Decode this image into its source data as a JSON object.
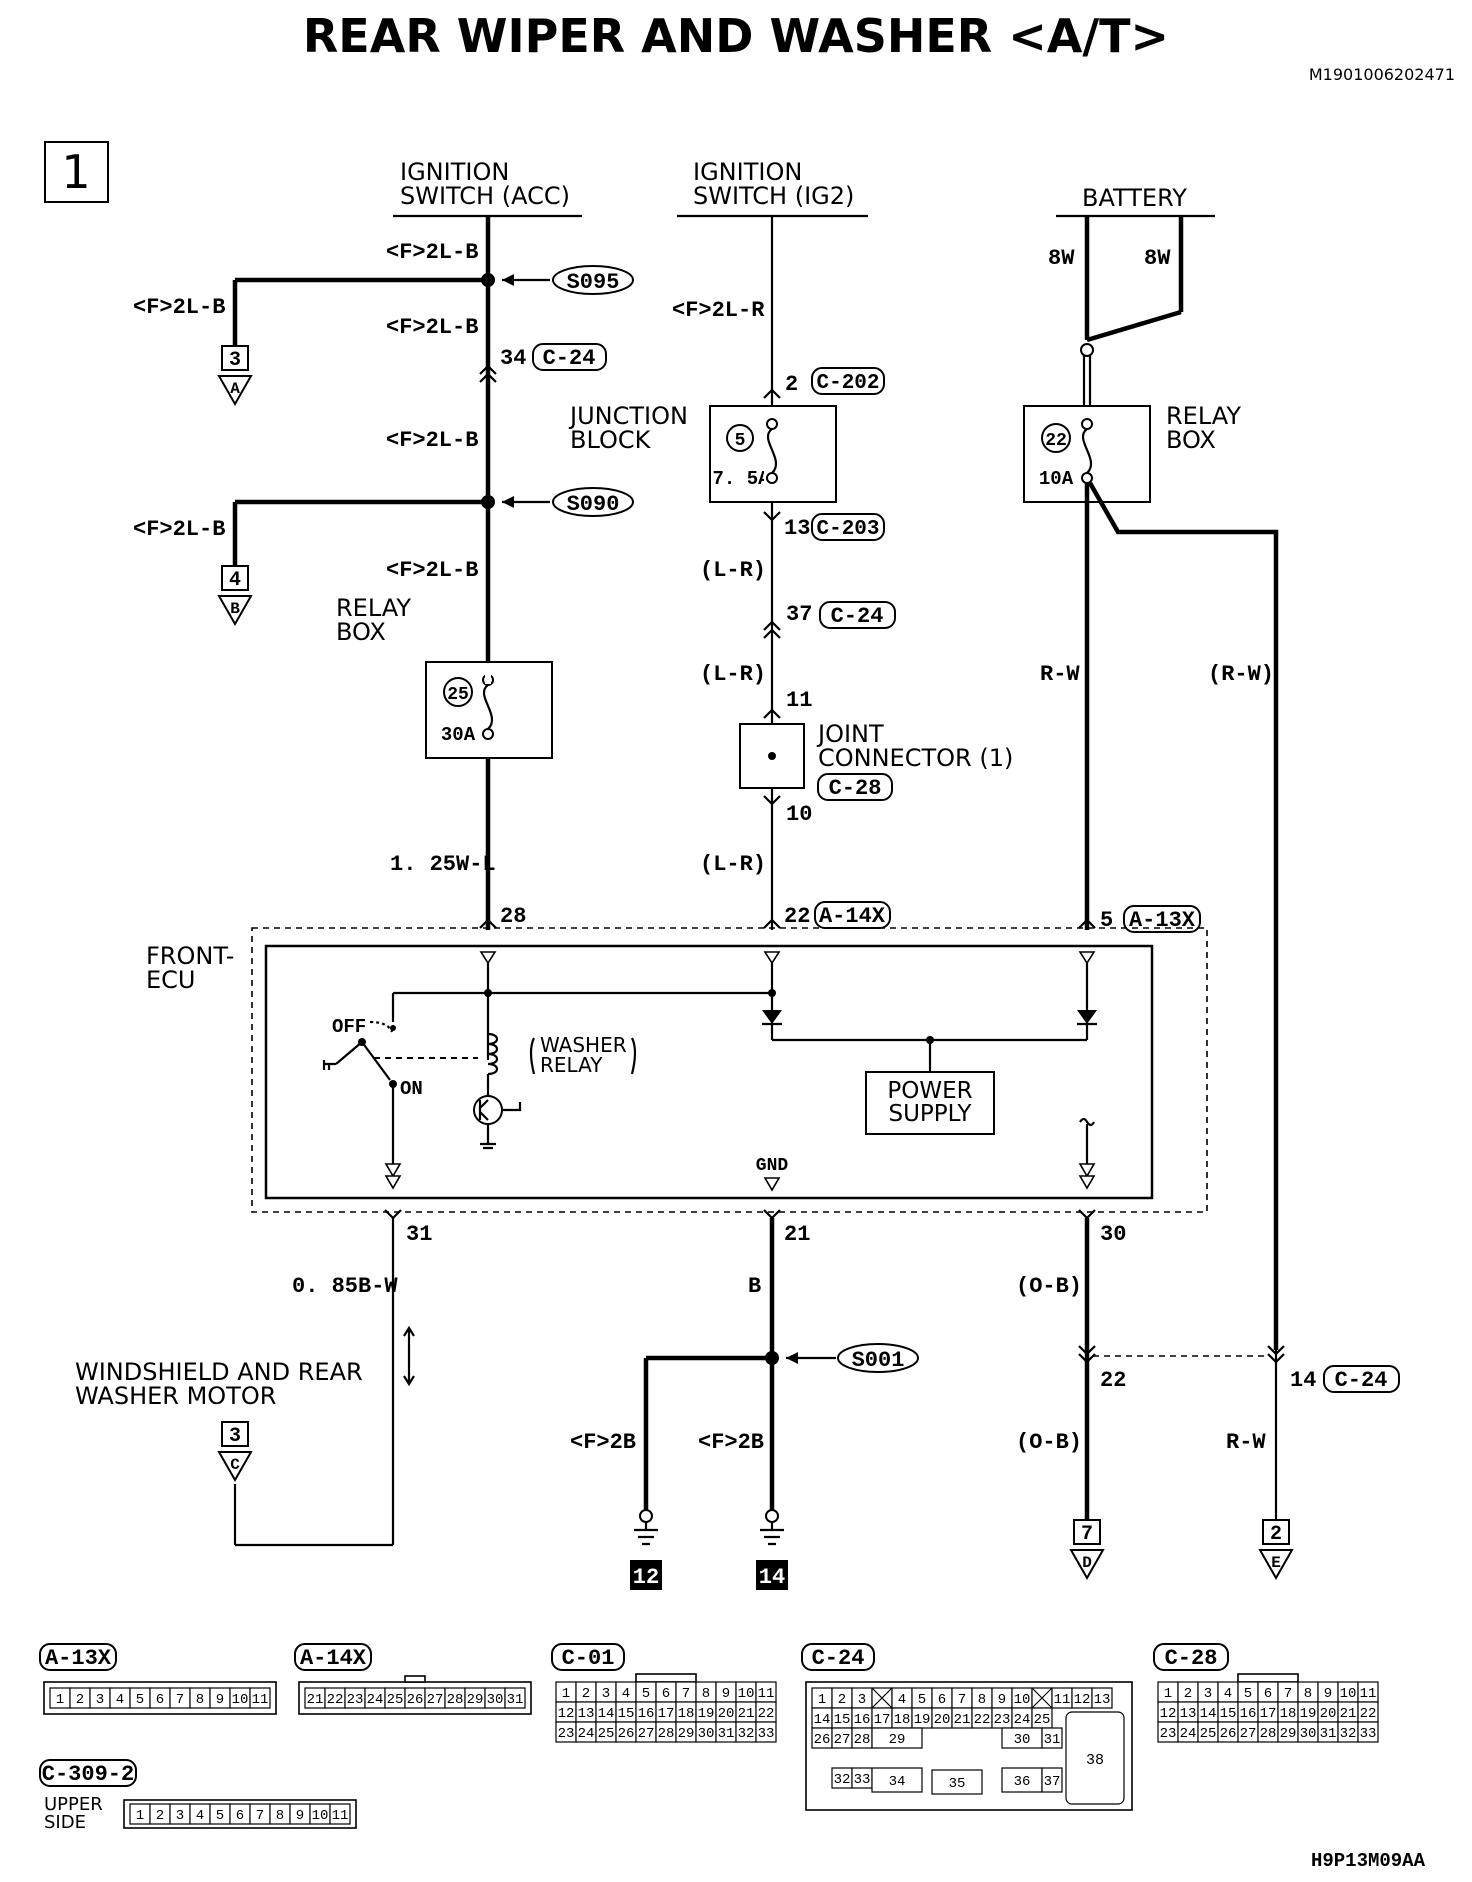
{
  "title": "REAR WIPER AND WASHER <A/T>",
  "doc_id": "M1901006202471",
  "figure_id": "H9P13M09AA",
  "page_number": "1",
  "sources": {
    "acc": "IGNITION\nSWITCH (ACC)",
    "ig2": "IGNITION\nSWITCH (IG2)",
    "battery": "BATTERY"
  },
  "components": {
    "junction_block": "JUNCTION\nBLOCK",
    "relay_box_left": "RELAY\nBOX",
    "relay_box_right": "RELAY\nBOX",
    "joint_connector": "JOINT\nCONNECTOR (1)",
    "front_ecu": "FRONT-\nECU",
    "washer_relay": "WASHER\nRELAY",
    "power_supply": "POWER\nSUPPLY",
    "gnd": "GND",
    "switch_off": "OFF",
    "switch_on": "ON",
    "washer_motor": "WINDSHIELD AND REAR\nWASHER MOTOR"
  },
  "fuses": {
    "f25": {
      "num": "25",
      "rating": "30A"
    },
    "f5": {
      "num": "5",
      "rating": "7. 5A"
    },
    "f22": {
      "num": "22",
      "rating": "10A"
    }
  },
  "splices": {
    "s095": "S095",
    "s090": "S090",
    "s001": "S001"
  },
  "wire_labels": {
    "acc_top": "<F>2L-B",
    "acc_branch1": "<F>2L-B",
    "acc_mid1": "<F>2L-B",
    "acc_mid2": "<F>2L-B",
    "acc_branch2": "<F>2L-B",
    "acc_mid3": "<F>2L-B",
    "acc_bottom": "1. 25W-L",
    "ig2_top": "<F>2L-R",
    "ig2_1": "(L-R)",
    "ig2_2": "(L-R)",
    "ig2_3": "(L-R)",
    "bat_left": "8W",
    "bat_right": "8W",
    "bat_rw": "R-W",
    "bat_rw2": "(R-W)",
    "out31": "0. 85B-W",
    "out21": "B",
    "out30": "(O-B)",
    "gnd_left": "<F>2B",
    "gnd_right": "<F>2B",
    "out30b": "(O-B)",
    "rw_bottom": "R-W"
  },
  "pins": {
    "p34": "34",
    "p2": "2",
    "p13": "13",
    "p37": "37",
    "p11": "11",
    "p10": "10",
    "p28": "28",
    "p22": "22",
    "p5": "5",
    "p31": "31",
    "p21": "21",
    "p30": "30",
    "p22b": "22",
    "p14": "14"
  },
  "connectors": {
    "c24_a": "C-24",
    "c202": "C-202",
    "c203": "C-203",
    "c24_b": "C-24",
    "c28": "C-28",
    "a14x": "A-14X",
    "a13x": "A-13X",
    "c24_c": "C-24"
  },
  "offpage": {
    "a": {
      "num": "3",
      "letter": "A"
    },
    "b": {
      "num": "4",
      "letter": "B"
    },
    "c": {
      "num": "3",
      "letter": "C"
    },
    "d": {
      "num": "7",
      "letter": "D"
    },
    "e": {
      "num": "2",
      "letter": "E"
    }
  },
  "grounds": {
    "g12": "12",
    "g14": "14"
  },
  "legend": {
    "a13x": {
      "name": "A-13X",
      "cells": [
        "1",
        "2",
        "3",
        "4",
        "5",
        "6",
        "7",
        "8",
        "9",
        "10",
        "11"
      ]
    },
    "a14x": {
      "name": "A-14X",
      "cells": [
        "21",
        "22",
        "23",
        "24",
        "25",
        "26",
        "27",
        "28",
        "29",
        "30",
        "31"
      ]
    },
    "c01": {
      "name": "C-01",
      "rows": [
        [
          "1",
          "2",
          "3",
          "4",
          "5",
          "6",
          "7",
          "8",
          "9",
          "10",
          "11"
        ],
        [
          "12",
          "13",
          "14",
          "15",
          "16",
          "17",
          "18",
          "19",
          "20",
          "21",
          "22"
        ],
        [
          "23",
          "24",
          "25",
          "26",
          "27",
          "28",
          "29",
          "30",
          "31",
          "32",
          "33"
        ]
      ]
    },
    "c24": {
      "name": "C-24",
      "row1": [
        "1",
        "2",
        "3",
        "",
        "4",
        "5",
        "6",
        "7",
        "8",
        "9",
        "10",
        "",
        "11",
        "12",
        "13"
      ],
      "row2": [
        "14",
        "15",
        "16",
        "17",
        "18",
        "19",
        "20",
        "21",
        "22",
        "23",
        "24",
        "25"
      ],
      "row3": [
        "26",
        "27",
        "28",
        "29",
        "30",
        "31"
      ],
      "row4": [
        "32",
        "33",
        "34",
        "35",
        "36",
        "37"
      ],
      "big": "38"
    },
    "c28": {
      "name": "C-28",
      "rows": [
        [
          "1",
          "2",
          "3",
          "4",
          "5",
          "6",
          "7",
          "8",
          "9",
          "10",
          "11"
        ],
        [
          "12",
          "13",
          "14",
          "15",
          "16",
          "17",
          "18",
          "19",
          "20",
          "21",
          "22"
        ],
        [
          "23",
          "24",
          "25",
          "26",
          "27",
          "28",
          "29",
          "30",
          "31",
          "32",
          "33"
        ]
      ]
    },
    "c309": {
      "name": "C-309-2",
      "side": "UPPER\nSIDE",
      "cells": [
        "1",
        "2",
        "3",
        "4",
        "5",
        "6",
        "7",
        "8",
        "9",
        "10",
        "11"
      ]
    }
  }
}
